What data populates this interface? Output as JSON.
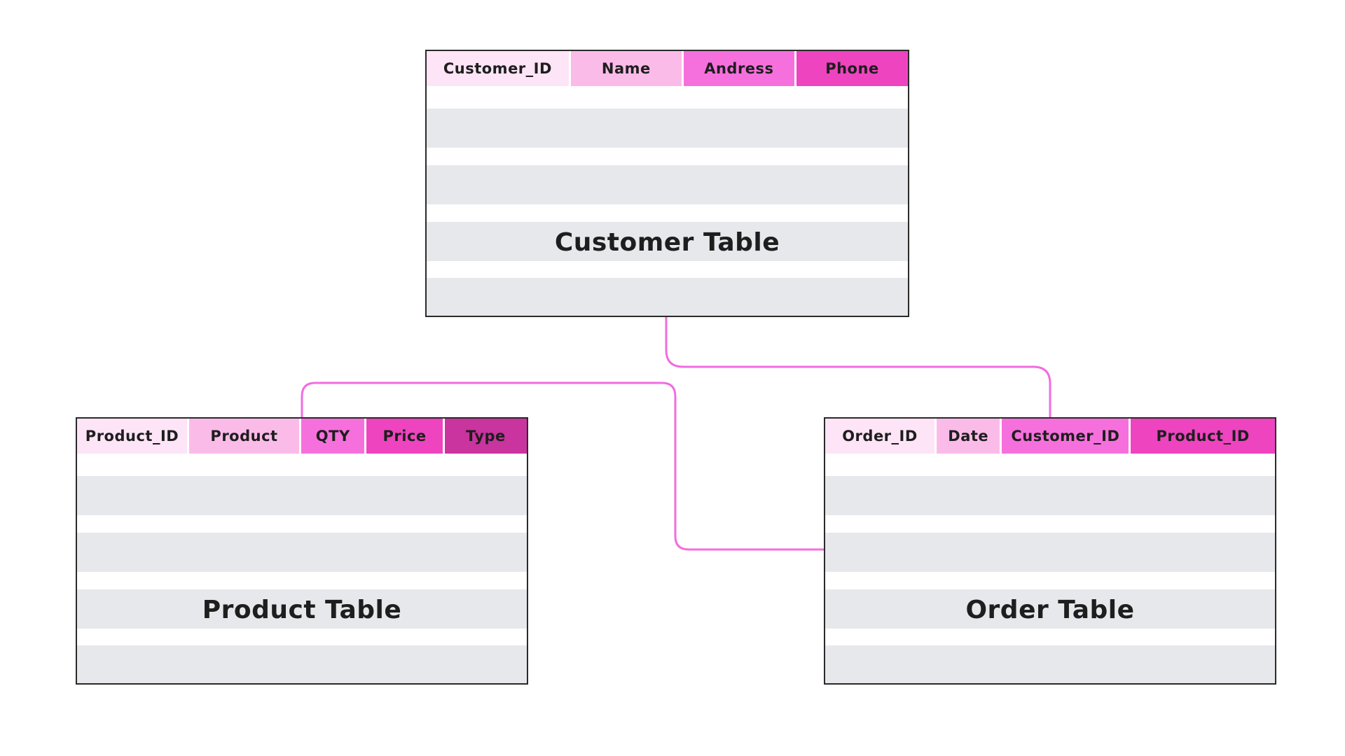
{
  "colors": {
    "connector": "#f26ce0",
    "header_shade_1": "#fde4f6",
    "header_shade_2": "#fbbbe9",
    "header_shade_3": "#f670dd",
    "header_shade_4": "#ee44c0",
    "header_shade_5": "#c9349f",
    "row_fill": "#e6e8eb",
    "border": "#2a2a2a"
  },
  "tables": {
    "customer": {
      "title": "Customer Table",
      "columns": [
        "Customer_ID",
        "Name",
        "Andress",
        "Phone"
      ]
    },
    "product": {
      "title": "Product Table",
      "columns": [
        "Product_ID",
        "Product",
        "QTY",
        "Price",
        "Type"
      ]
    },
    "order": {
      "title": "Order Table",
      "columns": [
        "Order_ID",
        "Date",
        "Customer_ID",
        "Product_ID"
      ]
    }
  },
  "connections": [
    {
      "from": "customer",
      "to": "order"
    },
    {
      "from": "product",
      "to": "order"
    }
  ]
}
